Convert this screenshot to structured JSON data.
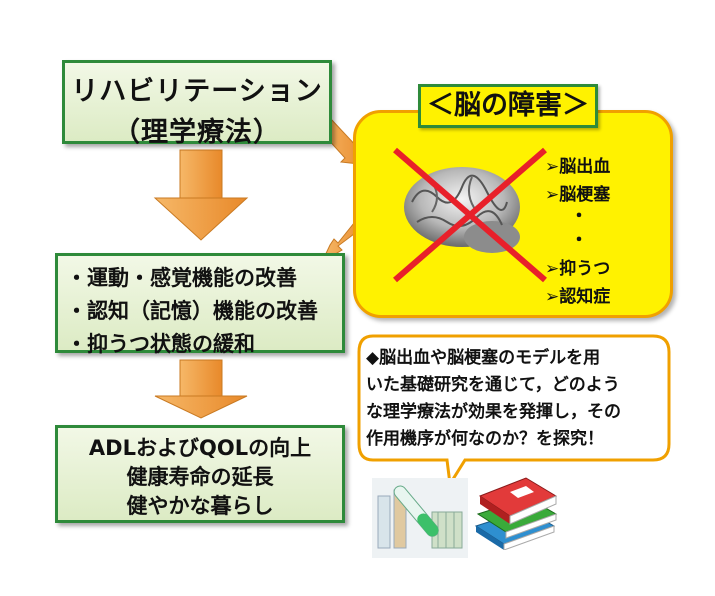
{
  "rehab": {
    "line1": "リハビリテーション",
    "line2": "（理学療法）"
  },
  "improvements": [
    "・運動・感覚機能の改善",
    "・認知（記憶）機能の改善",
    "・抑うつ状態の緩和"
  ],
  "outcomes": [
    "ADLおよびQOLの向上",
    "健康寿命の延長",
    "健やかな暮らし"
  ],
  "brain": {
    "title": "＜脳の障害＞",
    "items": [
      "➢脳出血",
      "➢脳梗塞",
      "➢抑うつ",
      "➢認知症"
    ],
    "ellipsis": [
      "・",
      "・"
    ]
  },
  "callout": {
    "lines": [
      "◆脳出血や脳梗塞のモデルを用",
      "いた基礎研究を通じて，どのよう",
      "な理学療法が効果を発揮し，その",
      "作用機序が何なのか？を探究！"
    ]
  },
  "colors": {
    "box_border": "#2e8a3a",
    "box_fill": "#e6f1d4",
    "panel_fill": "#fff200",
    "panel_border": "#f0a000",
    "arrow": "#f39a2e",
    "cross": "#e8202a"
  }
}
